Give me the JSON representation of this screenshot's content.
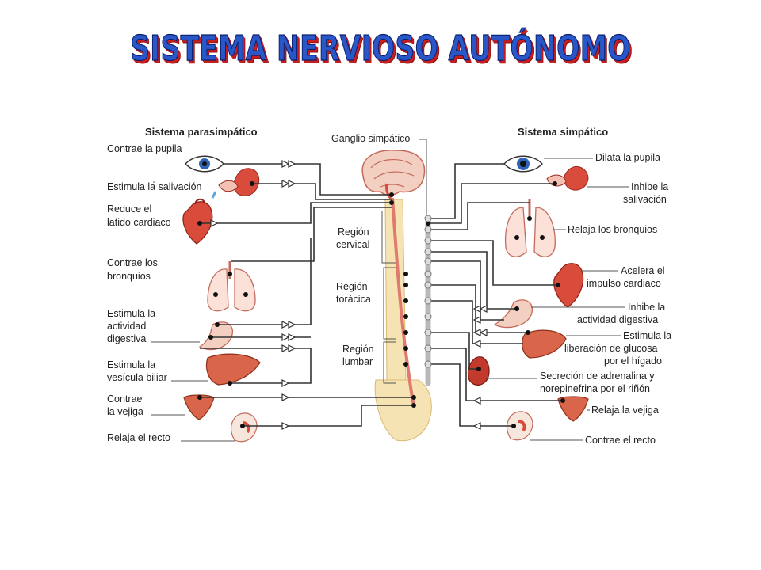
{
  "title": "SISTEMA NERVIOSO AUTÓNOMO",
  "headers": {
    "parasympathetic": "Sistema parasimpático",
    "sympathetic": "Sistema simpático",
    "ganglion": "Ganglio simpático"
  },
  "regions": {
    "cervical": [
      "Región",
      "cervical"
    ],
    "thoracic": [
      "Región",
      "torácica"
    ],
    "lumbar": [
      "Región",
      "lumbar"
    ]
  },
  "parasympathetic_effects": [
    [
      "Contrae la pupila"
    ],
    [
      "Estimula la salivación"
    ],
    [
      "Reduce el",
      "latido cardiaco"
    ],
    [
      "Contrae los",
      "bronquios"
    ],
    [
      "Estimula la",
      "actividad",
      "digestiva"
    ],
    [
      "Estimula la",
      "vesícula biliar"
    ],
    [
      "Contrae",
      "la vejiga"
    ],
    [
      "Relaja el recto"
    ]
  ],
  "sympathetic_effects": [
    [
      "Dilata la pupila"
    ],
    [
      "Inhibe la",
      "salivación"
    ],
    [
      "Relaja los bronquios"
    ],
    [
      "Acelera el",
      "impulso cardiaco"
    ],
    [
      "Inhibe la",
      "actividad digestiva"
    ],
    [
      "Estimula la",
      "liberación de glucosa",
      "por el hígado"
    ],
    [
      "Secreción de adrenalina y",
      "norepinefrina por el riñón"
    ],
    [
      "Relaja la vejiga"
    ],
    [
      "Contrae el recto"
    ]
  ],
  "colors": {
    "title_fill": "#2a57c8",
    "title_shadow": "#c81e1e",
    "organ_red": "#d94b3b",
    "organ_pink": "#f3c1b4",
    "spine": "#f2dca0",
    "ganglia": "#b9b9b9"
  }
}
